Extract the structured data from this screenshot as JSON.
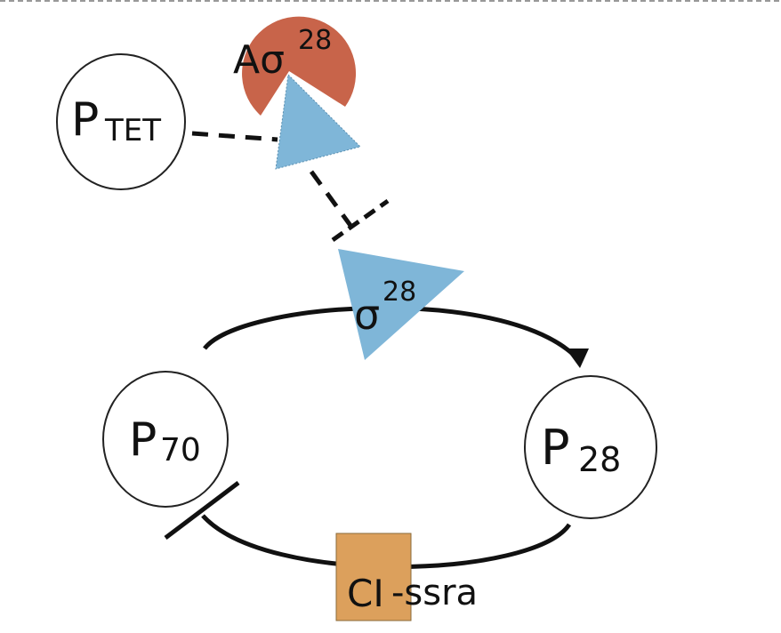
{
  "nodes": {
    "ptet": {
      "main": "P",
      "sub": "TET"
    },
    "anti_sigma": {
      "main": "Aσ",
      "sup": "28"
    },
    "sigma": {
      "main": "σ",
      "sup": "28"
    },
    "p70": {
      "main": "P",
      "sub": "70"
    },
    "p28": {
      "main": "P",
      "sub": "28"
    },
    "repressor": {
      "box": "CI",
      "tag": "-ssra"
    }
  },
  "colors": {
    "anti_sigma_fill": "#c8644a",
    "sigma_fill": "#7fb6d8",
    "repressor_fill": "#dca05c",
    "line": "#111111"
  }
}
